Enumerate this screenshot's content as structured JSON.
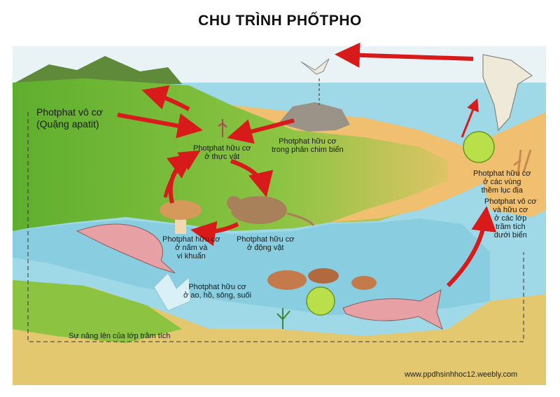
{
  "title": "CHU TRÌNH PHỐTPHO",
  "labels": {
    "inorganic": [
      "Photphat vô cơ",
      "(Quặng apatit)"
    ],
    "plants": [
      "Photphat hữu cơ",
      "ở thực vật"
    ],
    "seabirds": [
      "Photphat hữu cơ",
      "trong phân chim biển"
    ],
    "shelf": [
      "Photphat hữu cơ",
      "ở các vùng",
      "thềm lục địa"
    ],
    "sediment": [
      "Photphat vô cơ",
      "và hữu cơ",
      "ở các lớp",
      "trầm tích",
      "dưới biển"
    ],
    "fungi": [
      "Photphat hữu cơ",
      "ở nấm và",
      "vi khuẩn"
    ],
    "animals": [
      "Photphat hữu cơ",
      "ở động vật"
    ],
    "waters": [
      "Photphat hữu cơ",
      "ở ao, hồ, sông, suối"
    ],
    "uplift": "Sự nâng lên của lớp trầm tích"
  },
  "watermark": "www.ppdhsinhhoc12.weebly.com",
  "colors": {
    "sea": "#9fd8e6",
    "land": "#6fb83a",
    "sand": "#f0c070",
    "arrow": "#d81a1a",
    "river": "#88cde0"
  }
}
